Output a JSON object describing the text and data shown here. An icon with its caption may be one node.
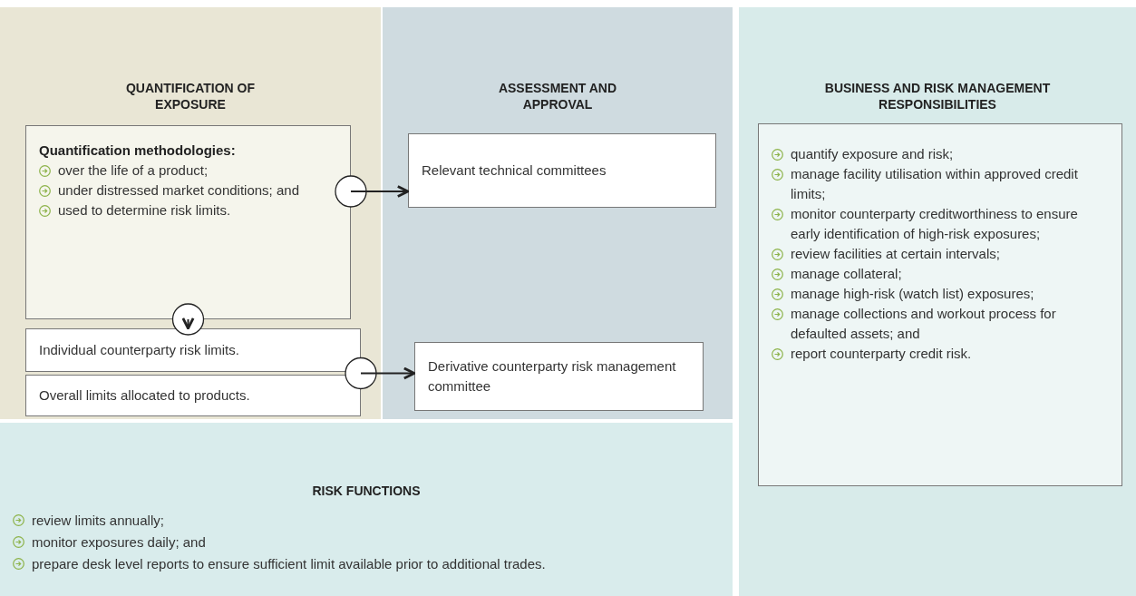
{
  "diagram": {
    "nodes": [
      {
        "text": [
          "QUANTIFICATION OF EXPOSURE"
        ]
      },
      {
        "text": [
          "Quantification methodologies:",
          "over the life of a product;",
          "under distressed market conditions; and",
          "used to determine risk limits."
        ],
        "in": 0
      },
      {
        "text": [
          "Individual counterparty risk limits."
        ],
        "in": 0
      },
      {
        "text": [
          "Overall limits allocated to products."
        ],
        "in": 0
      },
      {
        "text": [
          "ASSESSMENT AND APPROVAL"
        ]
      },
      {
        "text": [
          "Relevant technical committees"
        ],
        "in": 4
      },
      {
        "text": [
          "Derivative counterparty risk management committee"
        ],
        "in": 4
      },
      {
        "text": [
          "BUSINESS AND RISK MANAGEMENT RESPONSIBILITIES"
        ]
      },
      {
        "text": [
          "quantify exposure and risk;",
          "manage facility utilisation within approved credit limits;",
          "monitor counterparty creditworthiness to ensure early identification of high-risk exposures;",
          "review facilities at certain intervals;",
          "manage collateral;",
          "manage high-risk (watch list) exposures;",
          "manage collections and workout process for defaulted assets; and",
          "report counterparty credit risk."
        ],
        "in": 7
      },
      {
        "text": [
          "RISK FUNCTIONS",
          "review limits annually;",
          "monitor exposures daily; and",
          "prepare desk level reports to ensure sufficient limit available prior to additional trades."
        ]
      }
    ],
    "edges": [
      {
        "from": 1,
        "to": 5,
        "arrow": "to"
      },
      {
        "from": 1,
        "to": 2,
        "arrow": "to"
      },
      {
        "from": 2,
        "to": 6,
        "arrow": "to"
      },
      {
        "from": 3,
        "to": 6,
        "arrow": "to"
      }
    ]
  }
}
